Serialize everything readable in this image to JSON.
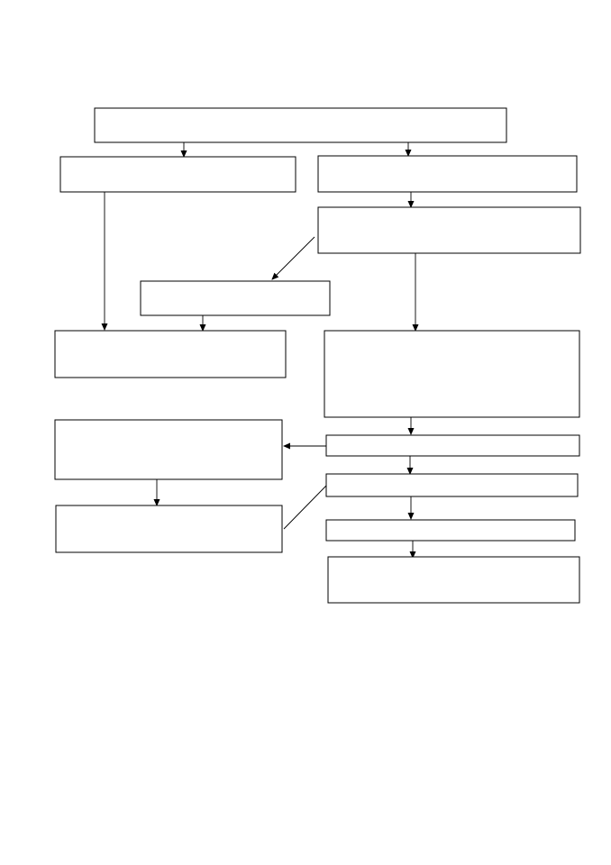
{
  "diagram": {
    "type": "flowchart",
    "line_color": "#000000",
    "background_color": "#ffffff",
    "nodes": [
      {
        "id": "n1",
        "label": ""
      },
      {
        "id": "n2",
        "label": ""
      },
      {
        "id": "n3",
        "label": ""
      },
      {
        "id": "n4",
        "label": ""
      },
      {
        "id": "n5",
        "label": ""
      },
      {
        "id": "n6",
        "label": ""
      },
      {
        "id": "n7",
        "label": ""
      },
      {
        "id": "n8",
        "label": ""
      },
      {
        "id": "n9",
        "label": ""
      },
      {
        "id": "n10",
        "label": ""
      },
      {
        "id": "n11",
        "label": ""
      },
      {
        "id": "n12",
        "label": ""
      },
      {
        "id": "n13",
        "label": ""
      },
      {
        "id": "n14",
        "label": ""
      }
    ],
    "edges": [
      {
        "id": "e1",
        "from": "n1",
        "to": "n2",
        "arrow": true
      },
      {
        "id": "e2",
        "from": "n1",
        "to": "n3",
        "arrow": true
      },
      {
        "id": "e3",
        "from": "n3",
        "to": "n4",
        "arrow": true
      },
      {
        "id": "e4",
        "from": "n4",
        "to": "n5",
        "arrow": true
      },
      {
        "id": "e5",
        "from": "n2",
        "to": "n6",
        "arrow": true
      },
      {
        "id": "e6",
        "from": "n5",
        "to": "n6",
        "arrow": true
      },
      {
        "id": "e7",
        "from": "n4",
        "to": "n7",
        "arrow": true
      },
      {
        "id": "e8",
        "from": "n7",
        "to": "n8",
        "arrow": true
      },
      {
        "id": "e9",
        "from": "n8",
        "to": "n9",
        "arrow": true
      },
      {
        "id": "e10",
        "from": "n8",
        "to": "n10",
        "arrow": true
      },
      {
        "id": "e11",
        "from": "n9",
        "to": "n11",
        "arrow": true
      },
      {
        "id": "e12",
        "from": "n11",
        "to": "n10",
        "arrow": false
      },
      {
        "id": "e13",
        "from": "n10",
        "to": "n12",
        "arrow": true
      },
      {
        "id": "e14",
        "from": "n12",
        "to": "n13",
        "arrow": true
      }
    ]
  }
}
